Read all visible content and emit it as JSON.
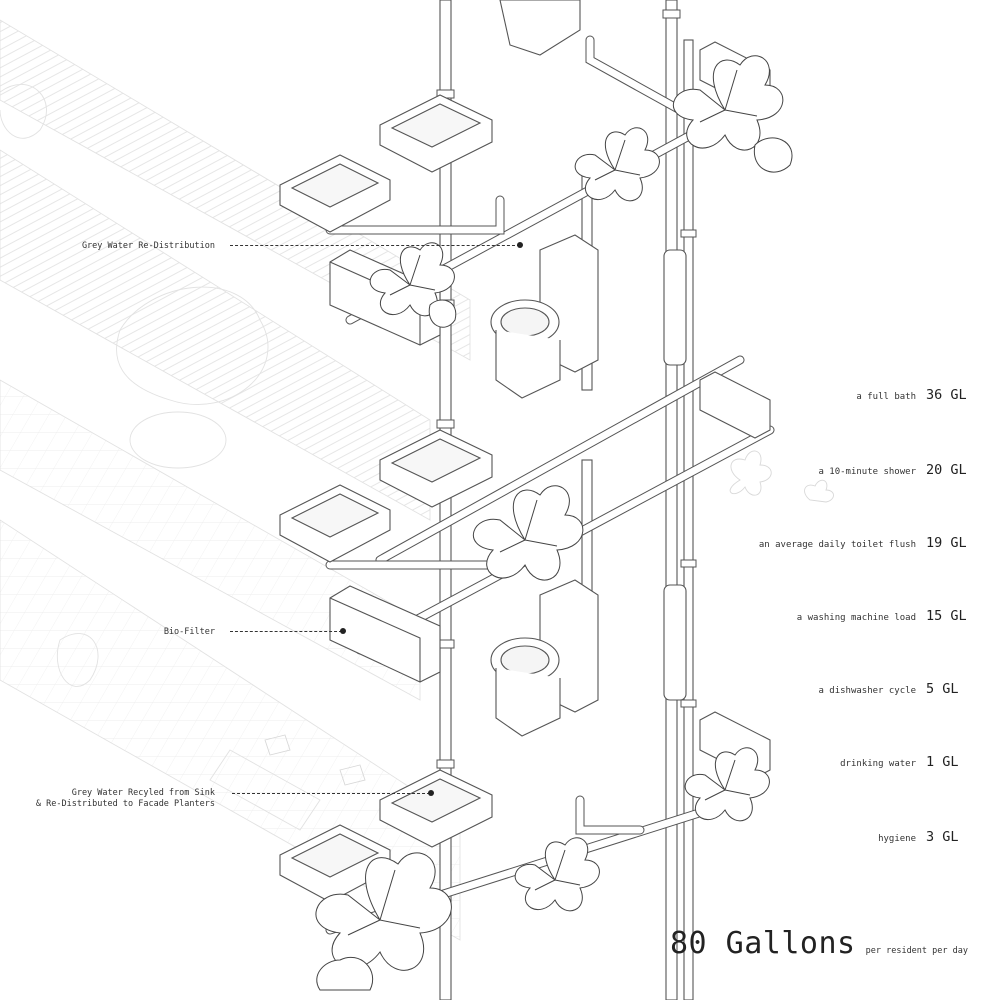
{
  "callouts": [
    {
      "label": "Grey Water Re-Distribution"
    },
    {
      "label": "Bio-Filter"
    },
    {
      "label": "Grey Water Recyled from Sink\n& Re-Distributed to Facade Planters"
    }
  ],
  "usage": [
    {
      "desc": "a full bath",
      "value": "36 GL"
    },
    {
      "desc": "a 10-minute shower",
      "value": "20 GL"
    },
    {
      "desc": "an average daily toilet flush",
      "value": "19 GL"
    },
    {
      "desc": "a washing machine load",
      "value": "15 GL"
    },
    {
      "desc": "a dishwasher cycle",
      "value": "5 GL"
    },
    {
      "desc": "drinking water",
      "value": "1 GL"
    },
    {
      "desc": "hygiene",
      "value": "3 GL"
    }
  ],
  "total": {
    "amount": "80 Gallons",
    "unit_note": "per resident per day"
  }
}
